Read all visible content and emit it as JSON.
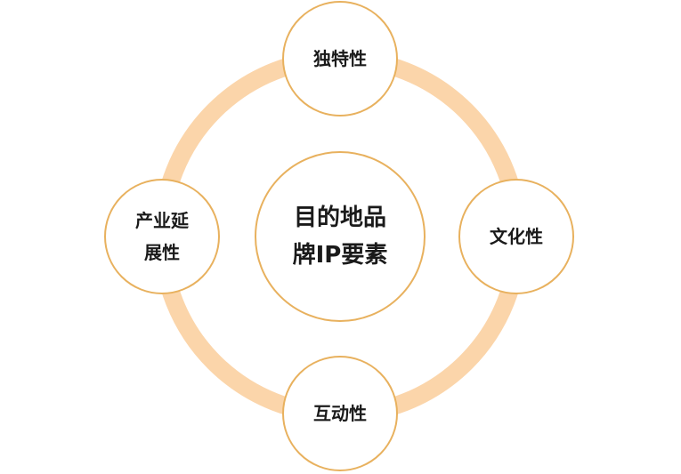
{
  "colors": {
    "ring": "#fbd5aa",
    "node_border": "#e8b15e",
    "node_fill": "#ffffff",
    "text": "#1a1a1a"
  },
  "center": {
    "line1": "目的地品",
    "line2": "牌IP要素"
  },
  "nodes": {
    "top": {
      "label": "独特性"
    },
    "right": {
      "label": "文化性"
    },
    "bottom": {
      "label": "互动性"
    },
    "left": {
      "line1": "产业延",
      "line2": "展性"
    }
  }
}
